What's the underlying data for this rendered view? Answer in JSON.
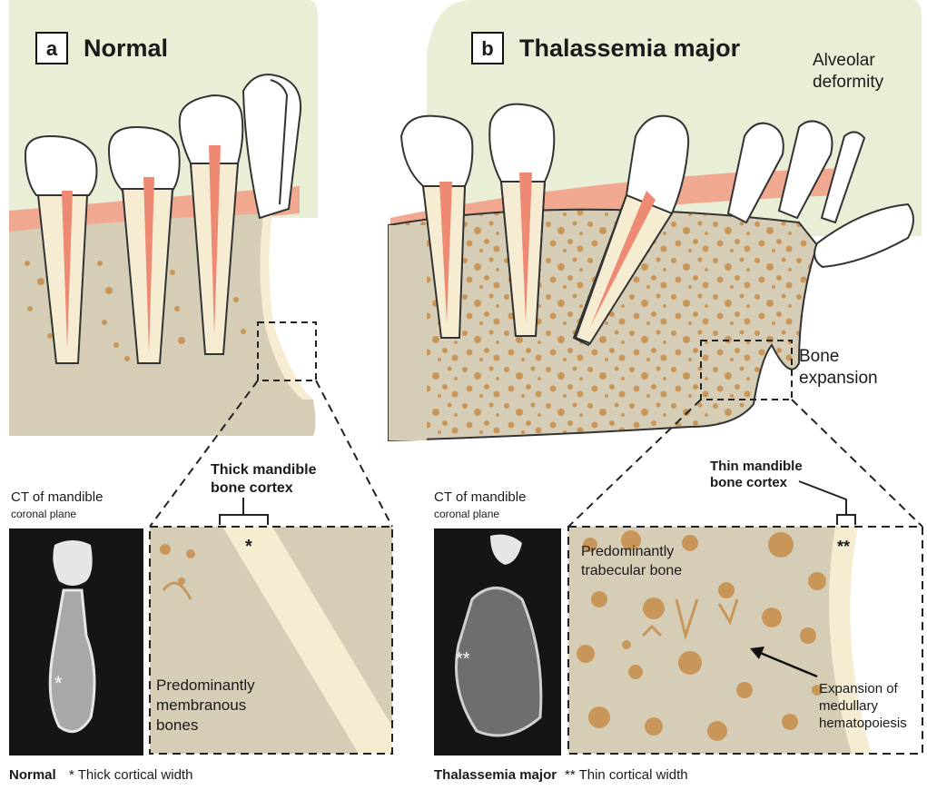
{
  "colors": {
    "background": "#ffffff",
    "gum_background": "#e8efd6",
    "gum": "#f0a890",
    "bone_fill": "#d8d0bb",
    "bone_particles": "#c9965a",
    "cortex": "#f5ecd2",
    "tooth_crown": "#ffffff",
    "tooth_root": "#f5ecd2",
    "pulp": "#ee8a74",
    "ct_dark": "#151515",
    "ct_bone": "#a8a8a8"
  },
  "panel_a": {
    "letter": "a",
    "title": "Normal",
    "ct_label_line1": "CT of mandible",
    "ct_label_line2": "coronal plane",
    "cortex_label_line1": "Thick mandible",
    "cortex_label_line2": "bone cortex",
    "marker": "*",
    "inset_text_line1": "Predominantly",
    "inset_text_line2": "membranous",
    "inset_text_line3": "bones",
    "caption_bold": "Normal",
    "caption_rest": "* Thick cortical width"
  },
  "panel_b": {
    "letter": "b",
    "title": "Thalassemia major",
    "deformity_line1": "Alveolar",
    "deformity_line2": "deformity",
    "expansion_line1": "Bone",
    "expansion_line2": "expansion",
    "ct_label_line1": "CT of mandible",
    "ct_label_line2": "coronal plane",
    "cortex_label_line1": "Thin mandible",
    "cortex_label_line2": "bone cortex",
    "marker": "**",
    "inset_text_line1": "Predominantly",
    "inset_text_line2": "trabecular bone",
    "medullary_line1": "Expansion of",
    "medullary_line2": "medullary",
    "medullary_line3": "hematopoiesis",
    "caption_bold": "Thalassemia major",
    "caption_rest": "** Thin cortical width"
  },
  "icons": [
    "tooth-icon",
    "arrow-icon"
  ]
}
